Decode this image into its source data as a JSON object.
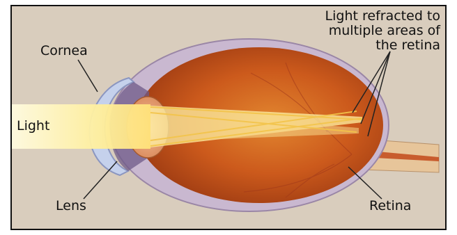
{
  "labels": {
    "cornea": "Cornea",
    "light": "Light",
    "lens": "Lens",
    "retina": "Retina",
    "refracted": [
      "Light refracted to",
      "multiple areas of",
      "the retina"
    ]
  },
  "colors": {
    "background_panel": "#d9cdbd",
    "eye_outer": "#c9b7cf",
    "eyeball": "#c8551b",
    "light_beam": "#fff1a6",
    "cornea": "#c7d3ea",
    "nerve": "#e8c79b"
  }
}
